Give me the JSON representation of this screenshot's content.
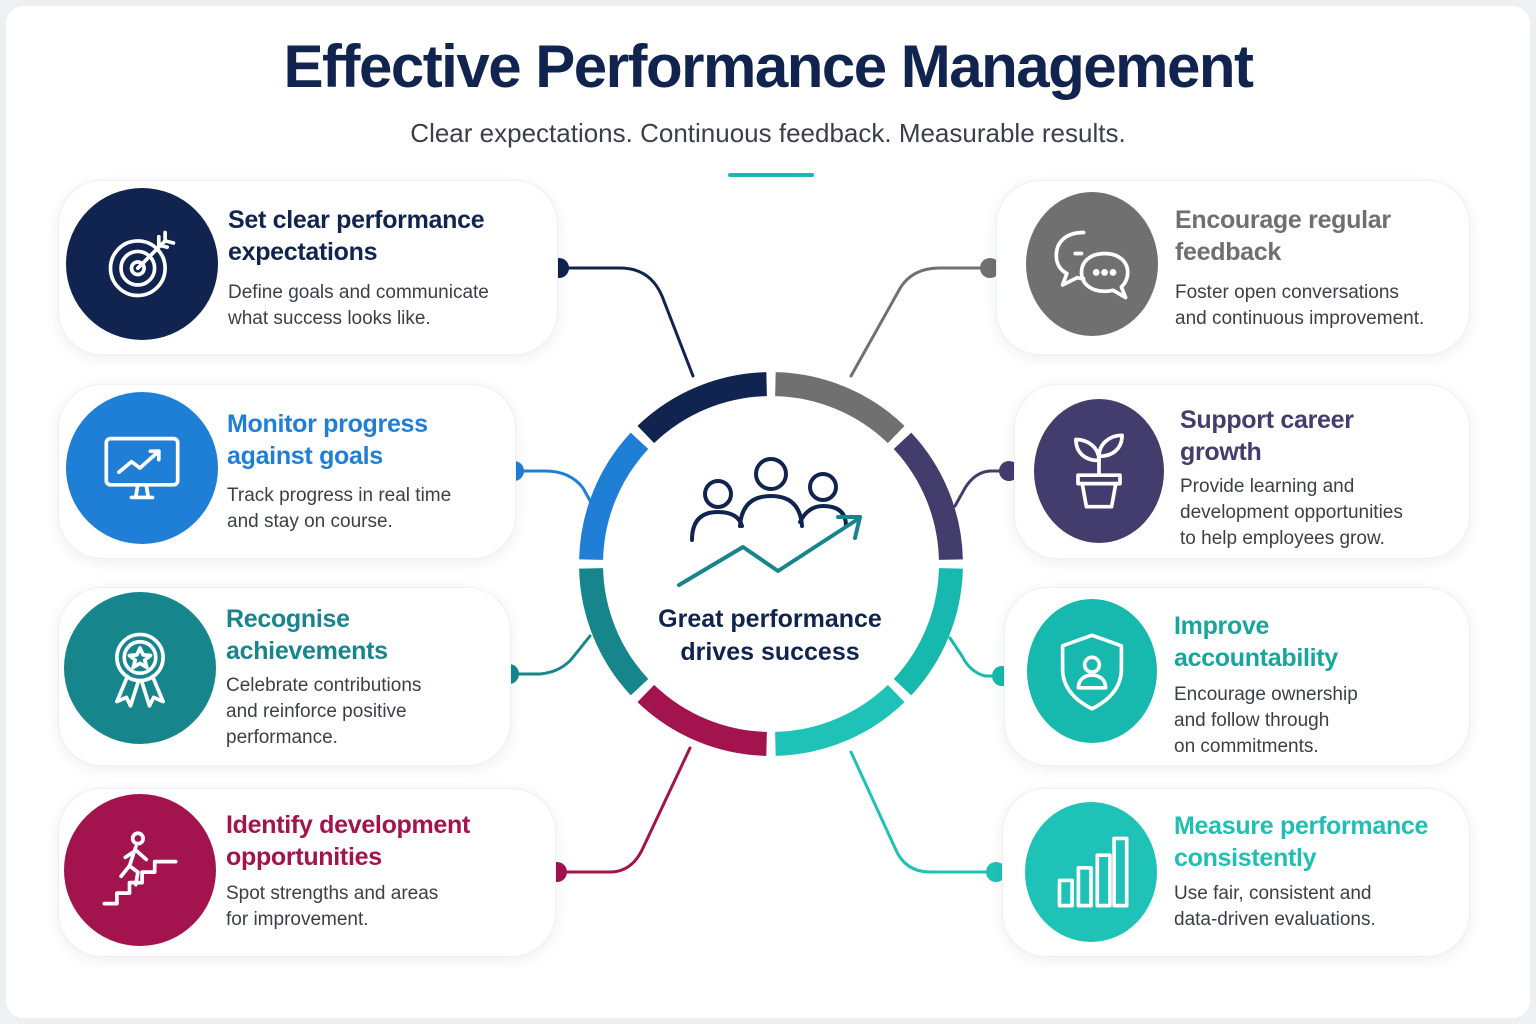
{
  "title": "Effective Performance Management",
  "subtitle": "Clear expectations. Continuous feedback. Measurable results.",
  "center": {
    "line1": "Great performance",
    "line2": "drives success",
    "icon": "team-growth-icon"
  },
  "colors": {
    "navy": "#10244f",
    "blue": "#1f7fd6",
    "teal": "#17858c",
    "crimson": "#a3134e",
    "gray": "#707070",
    "indigo": "#433d6e",
    "aqua": "#17b8ad",
    "cyan": "#1fc2b6",
    "accent": "#1fb5b0"
  },
  "cards": [
    {
      "title_line1": "Set clear performance",
      "title_line2": "expectations",
      "desc_line1": "Define goals and communicate",
      "desc_line2": "what success looks like.",
      "desc_line3": "",
      "icon": "target-icon"
    },
    {
      "title_line1": "Monitor progress",
      "title_line2": "against goals",
      "desc_line1": "Track progress in real time",
      "desc_line2": "and stay on course.",
      "desc_line3": "",
      "icon": "monitor-chart-icon"
    },
    {
      "title_line1": "Recognise",
      "title_line2": "achievements",
      "desc_line1": "Celebrate contributions",
      "desc_line2": "and reinforce positive",
      "desc_line3": "performance.",
      "icon": "award-ribbon-icon"
    },
    {
      "title_line1": "Identify development",
      "title_line2": "opportunities",
      "desc_line1": "Spot strengths and areas",
      "desc_line2": "for improvement.",
      "desc_line3": "",
      "icon": "climbing-stairs-icon"
    },
    {
      "title_line1": "Encourage regular",
      "title_line2": "feedback",
      "desc_line1": "Foster open conversations",
      "desc_line2": "and continuous improvement.",
      "desc_line3": "",
      "icon": "chat-bubbles-icon"
    },
    {
      "title_line1": "Support career",
      "title_line2": "growth",
      "desc_line1": "Provide learning and",
      "desc_line2": "development opportunities",
      "desc_line3": "to help employees grow.",
      "icon": "potted-plant-icon"
    },
    {
      "title_line1": "Improve",
      "title_line2": "accountability",
      "desc_line1": "Encourage ownership",
      "desc_line2": "and follow through",
      "desc_line3": "on commitments.",
      "icon": "shield-user-icon"
    },
    {
      "title_line1": "Measure performance",
      "title_line2": "consistently",
      "desc_line1": "Use fair, consistent and",
      "desc_line2": "data-driven evaluations.",
      "desc_line3": "",
      "icon": "bar-chart-icon"
    }
  ]
}
